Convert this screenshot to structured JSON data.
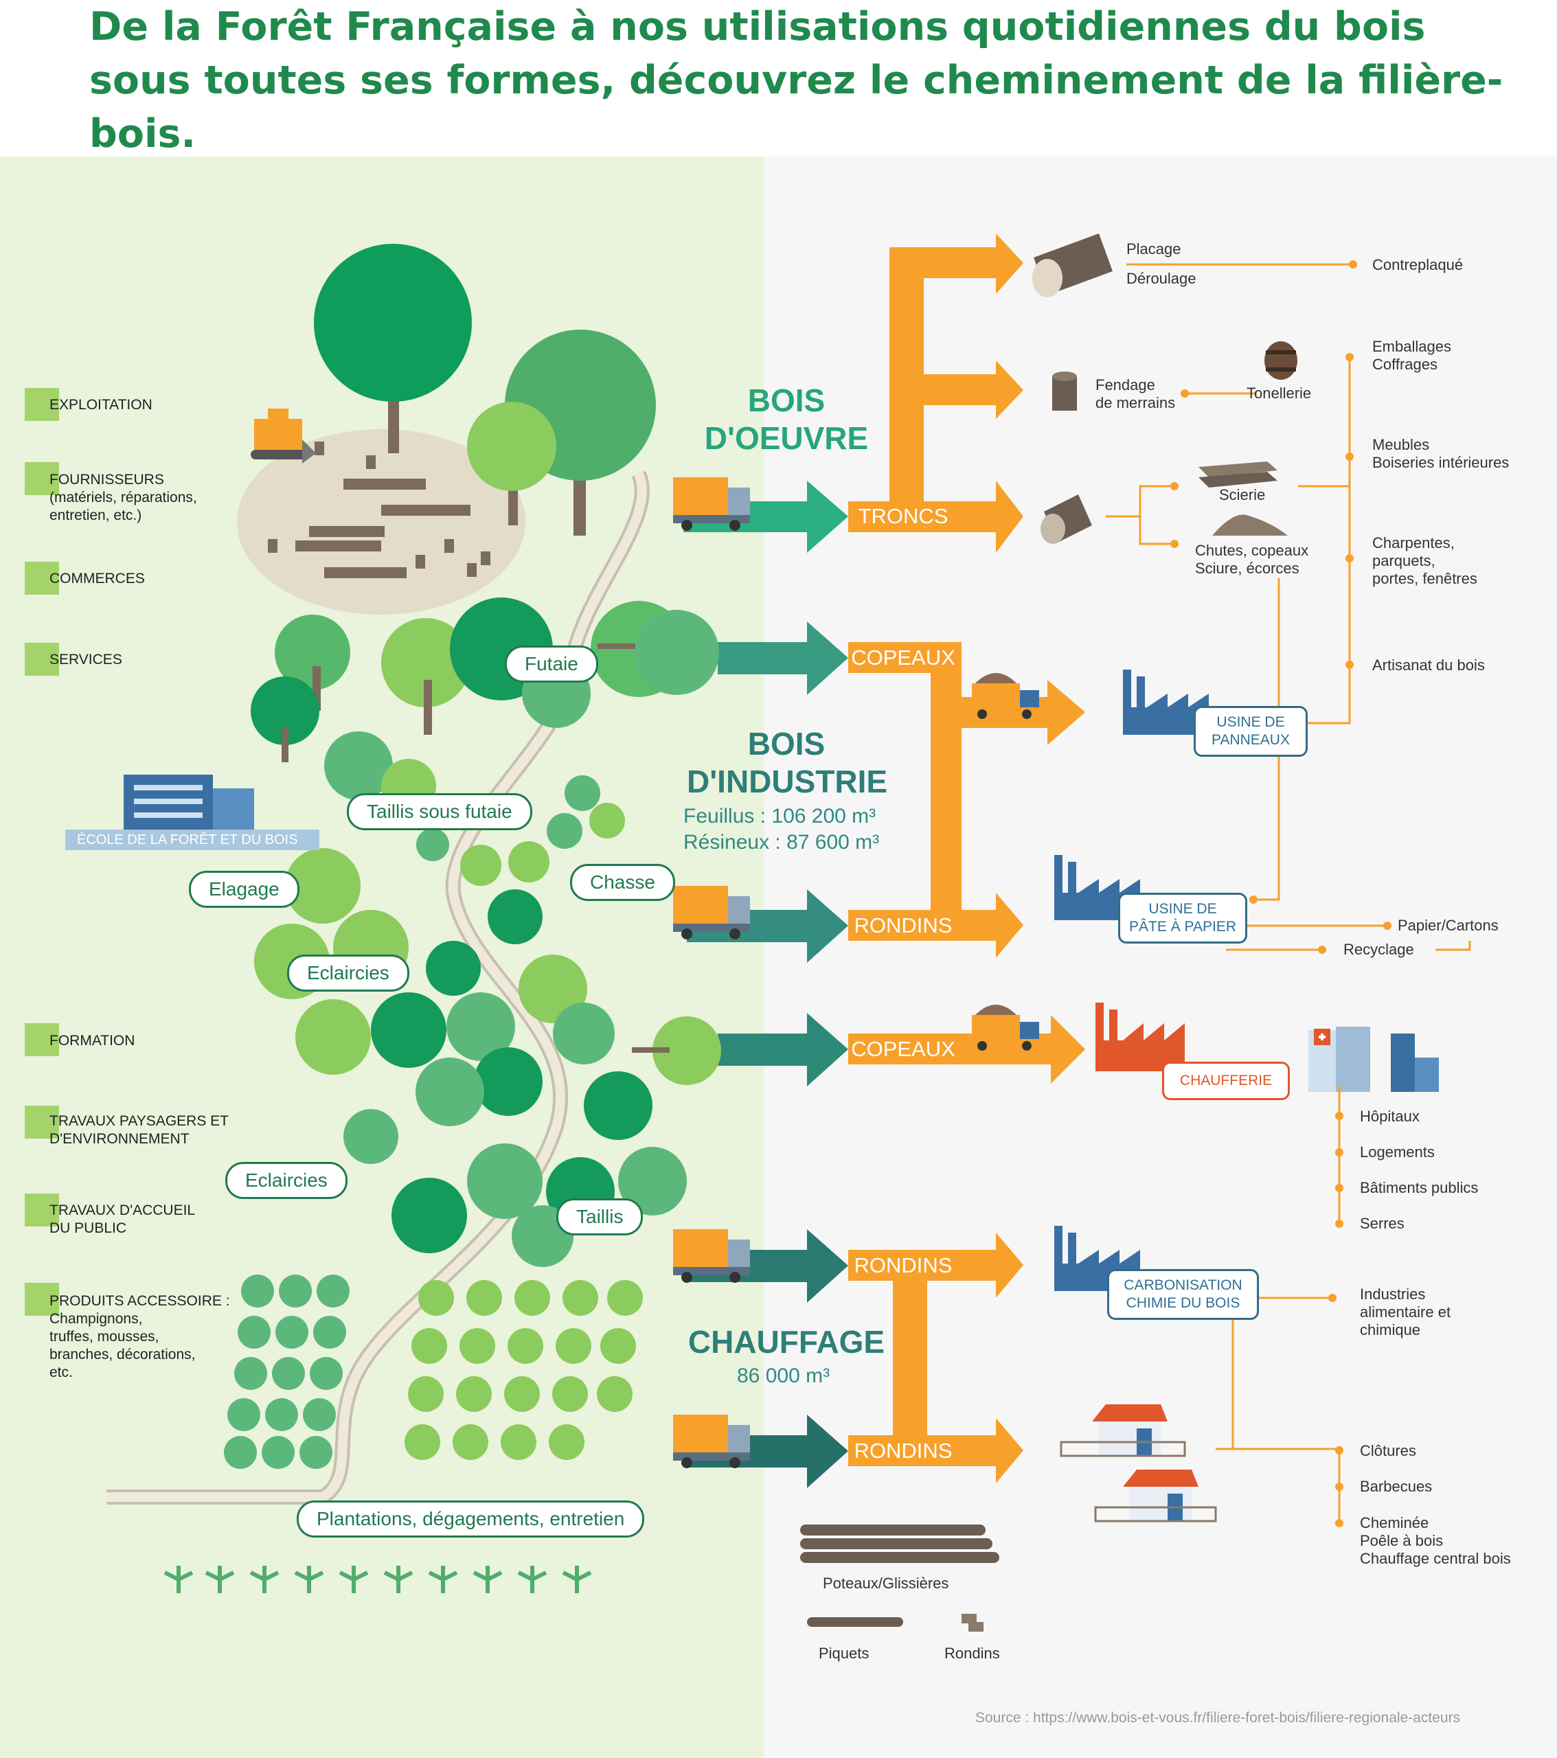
{
  "title": "De la Forêt Française à nos utilisations quotidiennes du bois sous toutes ses formes, découvrez le cheminement de la filière-bois.",
  "categories": {
    "exploitation": "EXPLOITATION",
    "fournisseurs_1": "FOURNISSEURS",
    "fournisseurs_2": "(matériels, réparations,",
    "fournisseurs_3": "entretien, etc.)",
    "commerces": "COMMERCES",
    "services": "SERVICES",
    "formation": "FORMATION",
    "travaux_paysagers_1": "TRAVAUX PAYSAGERS ET",
    "travaux_paysagers_2": "D'ENVIRONNEMENT",
    "travaux_accueil_1": "TRAVAUX D'ACCUEIL",
    "travaux_accueil_2": "DU PUBLIC",
    "produits_1": "PRODUITS ACCESSOIRE :",
    "produits_2": "Champignons,",
    "produits_3": "truffes, mousses,",
    "produits_4": "branches, décorations,",
    "produits_5": "etc."
  },
  "school": "ÉCOLE DE LA FORÊT ET DU BOIS",
  "forest_bubbles": {
    "futaie": "Futaie",
    "taillis_sous_futaie": "Taillis sous futaie",
    "elagage": "Elagage",
    "chasse": "Chasse",
    "eclaircies_1": "Eclaircies",
    "eclaircies_2": "Eclaircies",
    "taillis": "Taillis",
    "plantations": "Plantations, dégagements, entretien"
  },
  "sections": {
    "bois_oeuvre_1": "BOIS",
    "bois_oeuvre_2": "D'OEUVRE",
    "bois_industrie_1": "BOIS",
    "bois_industrie_2": "D'INDUSTRIE",
    "feuillus": "Feuillus : 106 200 m³",
    "resineux": "Résineux : 87 600 m³",
    "chauffage": "CHAUFFAGE",
    "chauffage_volume": "86 000 m³"
  },
  "arrows": {
    "troncs": "TRONCS",
    "copeaux_1": "COPEAUX",
    "rondins_1": "RONDINS",
    "copeaux_2": "COPEAUX",
    "rondins_2": "RONDINS",
    "rondins_3": "RONDINS"
  },
  "products": {
    "placage": "Placage",
    "deroulage": "Déroulage",
    "contreplaque": "Contreplaqué",
    "fendage_1": "Fendage",
    "fendage_2": "de merrains",
    "tonnellerie": "Tonellerie",
    "emballages_1": "Emballages",
    "emballages_2": "Coffrages",
    "meubles_1": "Meubles",
    "meubles_2": "Boiseries intérieures",
    "scierie": "Scierie",
    "chutes_1": "Chutes, copeaux",
    "chutes_2": "Sciure, écorces",
    "charpentes_1": "Charpentes,",
    "charpentes_2": "parquets,",
    "charpentes_3": "portes, fenêtres",
    "artisanat": "Artisanat du bois",
    "usine_panneaux_1": "USINE DE",
    "usine_panneaux_2": "PANNEAUX",
    "usine_pate_1": "USINE DE",
    "usine_pate_2": "PÂTE À PAPIER",
    "papier": "Papier/Cartons",
    "recyclage": "Recyclage",
    "chaufferie": "CHAUFFERIE",
    "hopitaux": "Hôpitaux",
    "logements": "Logements",
    "batiments": "Bâtiments publics",
    "serres": "Serres",
    "carbonisation_1": "CARBONISATION",
    "carbonisation_2": "CHIMIE DU BOIS",
    "industries_1": "Industries",
    "industries_2": "alimentaire et",
    "industries_3": "chimique",
    "clotures": "Clôtures",
    "barbecues": "Barbecues",
    "cheminee_1": "Cheminée",
    "cheminee_2": "Poêle à bois",
    "cheminee_3": "Chauffage central bois",
    "poteaux": "Poteaux/Glissières",
    "piquets": "Piquets",
    "rondins": "Rondins"
  },
  "source": "Source : https://www.bois-et-vous.fr/filiere-foret-bois/filiere-regionale-acteurs",
  "colors": {
    "title_green": "#1f8a4c",
    "left_bg": "#eaf3dc",
    "right_bg": "#f6f6f6",
    "orange": "#f7a02a",
    "teal": "#2d8a78",
    "green_arrow": "#2cae84",
    "square": "#a4d36a"
  }
}
